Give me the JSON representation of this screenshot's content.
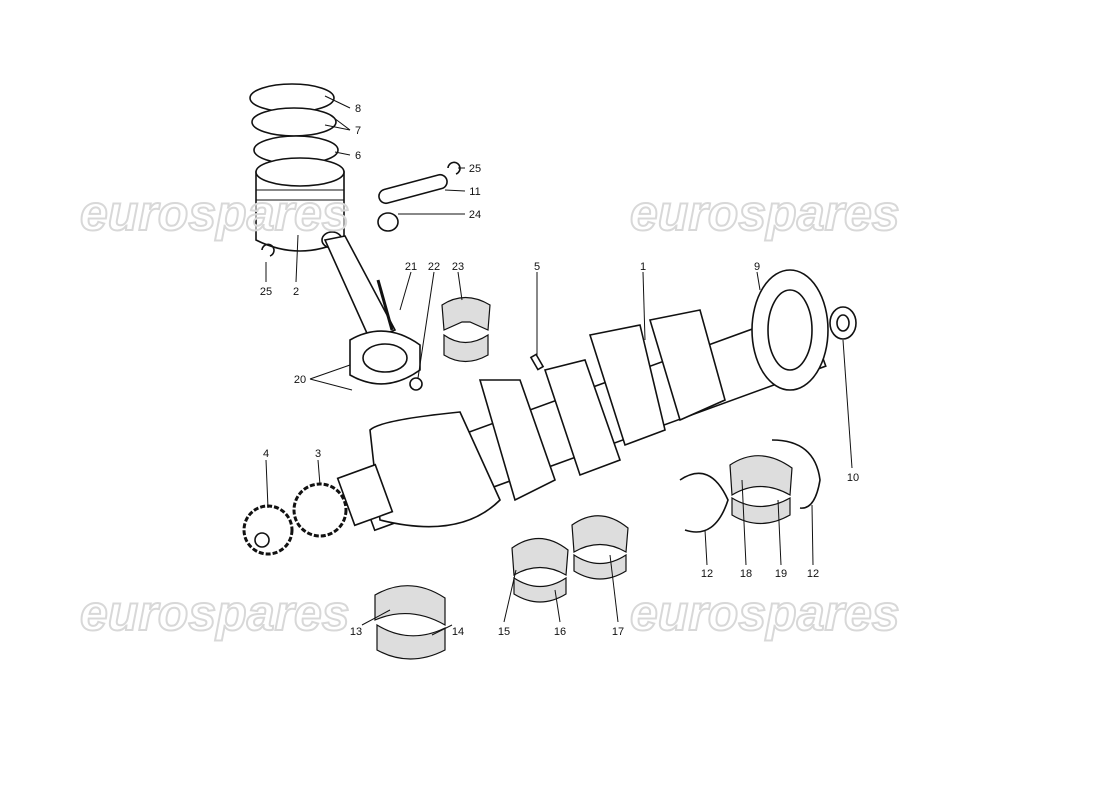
{
  "watermark": "eurospares",
  "callouts": {
    "c8": "8",
    "c7": "7",
    "c6": "6",
    "c25a": "25",
    "c11": "11",
    "c24": "24",
    "c25b": "25",
    "c2": "2",
    "c21": "21",
    "c22": "22",
    "c23": "23",
    "c5": "5",
    "c1": "1",
    "c9": "9",
    "c10": "10",
    "c20": "20",
    "c4": "4",
    "c3": "3",
    "c12a": "12",
    "c18": "18",
    "c19": "19",
    "c12b": "12",
    "c13": "13",
    "c14": "14",
    "c15": "15",
    "c16": "16",
    "c17": "17"
  }
}
